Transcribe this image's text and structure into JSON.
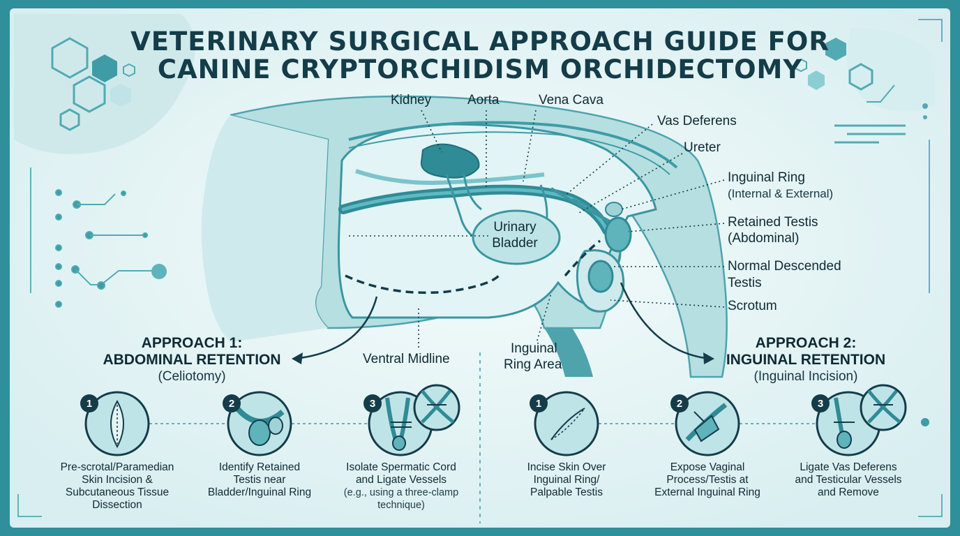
{
  "title": {
    "line1": "VETERINARY SURGICAL APPROACH GUIDE FOR",
    "line2": "CANINE CRYPTORCHIDISM ORCHIDECTOMY"
  },
  "labels": {
    "kidney": "Kidney",
    "aorta": "Aorta",
    "vena_cava": "Vena Cava",
    "vas_deferens": "Vas Deferens",
    "ureter": "Ureter",
    "inguinal_ring": "Inguinal Ring",
    "inguinal_ring_sub": "(Internal & External)",
    "retained_testis_1": "Retained Testis",
    "retained_testis_2": "(Abdominal)",
    "normal_testis_1": "Normal Descended",
    "normal_testis_2": "Testis",
    "scrotum": "Scrotum",
    "urinary_1": "Urinary",
    "urinary_2": "Bladder",
    "ventral_midline": "Ventral Midline",
    "inguinal_area_1": "Inguinal",
    "inguinal_area_2": "Ring Area"
  },
  "approach1": {
    "title_1": "APPROACH 1:",
    "title_2": "ABDOMINAL RETENTION",
    "subtitle": "(Celiotomy)",
    "steps": [
      {
        "num": "1",
        "lines": [
          "Pre-scrotal/Paramedian",
          "Skin Incision &",
          "Subcutaneous Tissue",
          "Dissection"
        ]
      },
      {
        "num": "2",
        "lines": [
          "Identify Retained",
          "Testis near",
          "Bladder/Inguinal Ring"
        ]
      },
      {
        "num": "3",
        "lines": [
          "Isolate Spermatic Cord",
          "and Ligate Vessels",
          "(e.g., using a three-clamp",
          "technique)"
        ]
      }
    ]
  },
  "approach2": {
    "title_1": "APPROACH 2:",
    "title_2": "INGUINAL RETENTION",
    "subtitle": "(Inguinal Incision)",
    "steps": [
      {
        "num": "1",
        "lines": [
          "Incise Skin Over",
          "Inguinal Ring/",
          "Palpable Testis"
        ]
      },
      {
        "num": "2",
        "lines": [
          "Expose Vaginal",
          "Process/Testis at",
          "External Inguinal Ring"
        ]
      },
      {
        "num": "3",
        "lines": [
          "Ligate Vas Deferens",
          "and Testicular Vessels",
          "and Remove"
        ]
      }
    ]
  },
  "colors": {
    "frame": "#2f8f9a",
    "background": "#e4f3f4",
    "tissue": "#a9d8dc",
    "organ": "#3f9ca6",
    "ink": "#143c49"
  }
}
